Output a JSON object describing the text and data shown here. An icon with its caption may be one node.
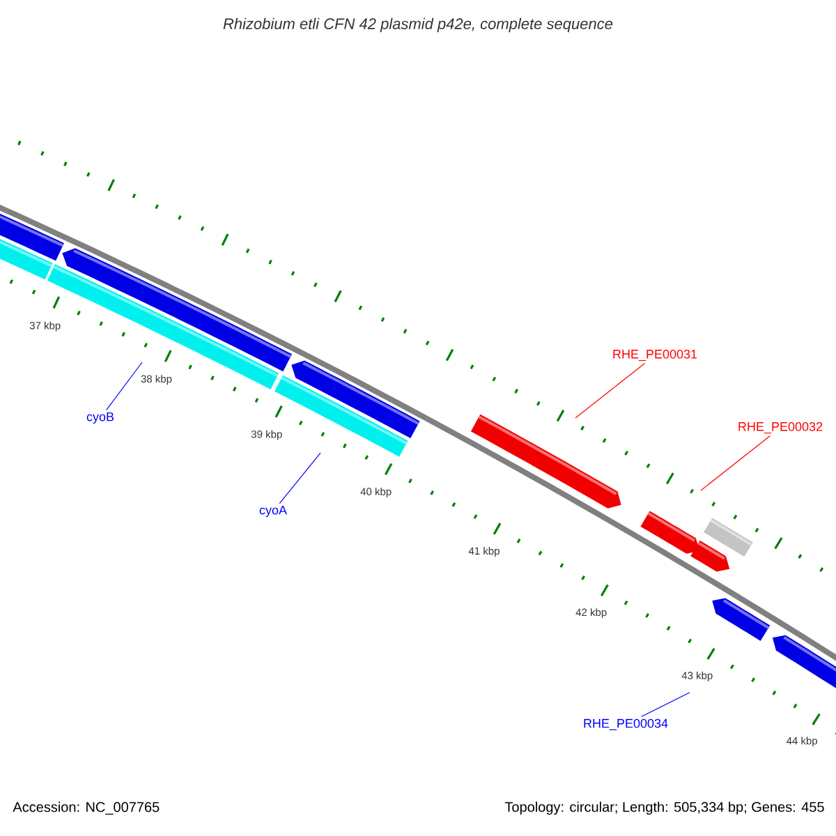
{
  "diagram": {
    "title": "Rhizobium etli CFN 42 plasmid p42e, complete sequence",
    "nodes": [
      {
        "text": [
          "cyoB"
        ]
      },
      {
        "text": [
          "cyoA"
        ]
      },
      {
        "text": [
          "RHE_PE00031"
        ]
      },
      {
        "text": [
          "RHE_PE00032"
        ]
      },
      {
        "text": [
          "RHE_PE00034"
        ]
      }
    ],
    "edges": [
      {
        "from": 0,
        "to": null,
        "arrow": "none"
      },
      {
        "from": 1,
        "to": null,
        "arrow": "none"
      },
      {
        "from": 2,
        "to": null,
        "arrow": "none",
        "color": "#ff0000"
      },
      {
        "from": 3,
        "to": null,
        "arrow": "none",
        "color": "#ff0000"
      },
      {
        "from": 4,
        "to": null,
        "arrow": "none"
      }
    ],
    "labels": [
      "37 kbp",
      "38 kbp",
      "39 kbp",
      "40 kbp",
      "41 kbp",
      "42 kbp",
      "43 kbp",
      "44 kbp",
      "Accession: NC_007765",
      "Topology: circular; Length: 505,334 bp; Genes: 455"
    ]
  }
}
